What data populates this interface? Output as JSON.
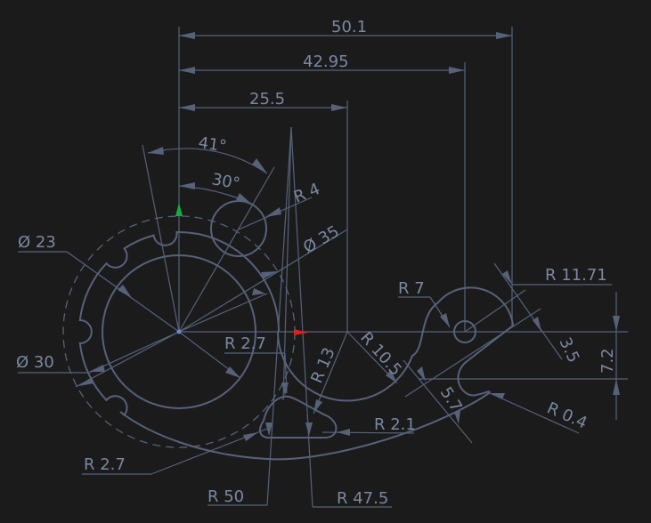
{
  "colors": {
    "background": "#1b1b1c",
    "geometry": "#56627a",
    "text": "#7a88a0",
    "x_axis": "#e02020",
    "y_axis": "#10b040"
  },
  "dimensions": {
    "d_50_1": "50.1",
    "d_42_95": "42.95",
    "d_25_5": "25.5",
    "a_41": "41°",
    "a_30": "30°",
    "r4": "R 4",
    "dia35": "Ø 35",
    "dia23": "Ø 23",
    "dia30": "Ø 30",
    "r2_7_top": "R 2.7",
    "r13": "R 13",
    "r10_5": "R 10.5",
    "r7": "R 7",
    "r11_71": "R 11.71",
    "d3_5": "3.5",
    "d7_2": "7.2",
    "d5_7": "5.7",
    "r0_4": "R 0.4",
    "r2_1": "R 2.1",
    "r2_7_bottom": "R 2.7",
    "r50": "R 50",
    "r47_5": "R 47.5"
  }
}
